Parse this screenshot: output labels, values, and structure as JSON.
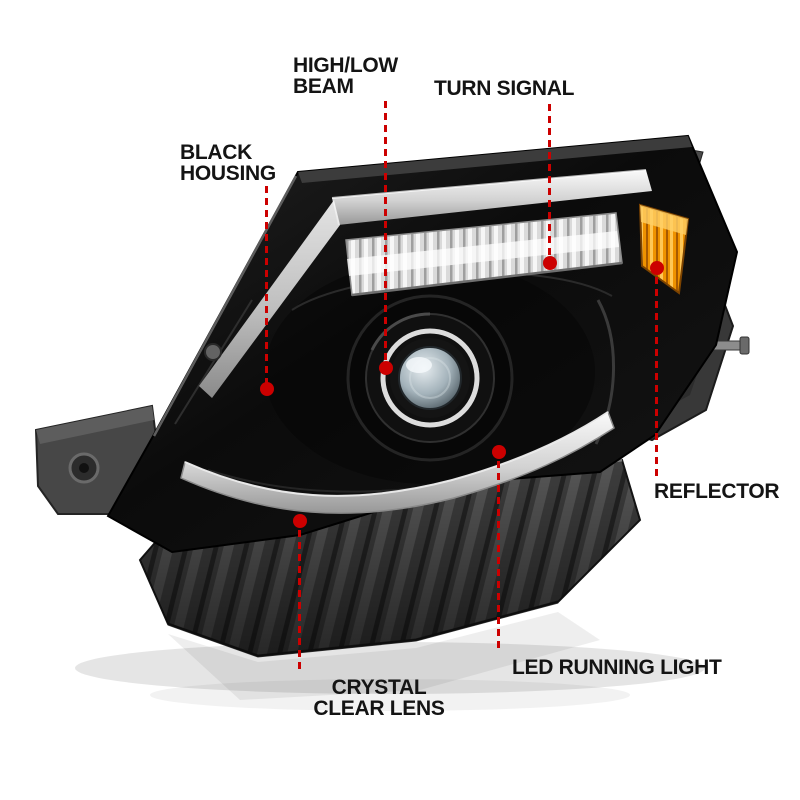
{
  "colors": {
    "background": "#ffffff",
    "annotation_red": "#cc0000",
    "label_text": "#141414",
    "housing_black": "#0d0d0d",
    "amber": "#ef9200",
    "lens_gray": "#a3b2ba"
  },
  "product": {
    "illustration": "black-housing projector headlight with LED light bar, three-quarter view"
  },
  "annotations": {
    "high_low_beam": {
      "line1": "HIGH/LOW",
      "line2": "BEAM"
    },
    "turn_signal": {
      "line1": "TURN SIGNAL"
    },
    "black_housing": {
      "line1": "BLACK",
      "line2": "HOUSING"
    },
    "reflector": {
      "line1": "REFLECTOR"
    },
    "led_running_light": {
      "line1": "LED RUNNING LIGHT"
    },
    "crystal_clear_lens": {
      "line1": "CRYSTAL",
      "line2": "CLEAR LENS"
    }
  }
}
